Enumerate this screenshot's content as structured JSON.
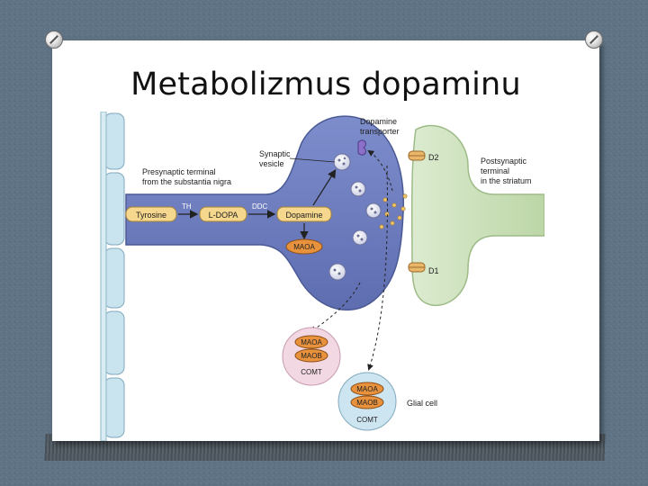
{
  "slide": {
    "title": "Metabolizmus dopaminu"
  },
  "diagram": {
    "presynaptic_label_1": "Presynaptic terminal",
    "presynaptic_label_2": "from the substantia nigra",
    "synaptic_vesicle_label_1": "Synaptic",
    "synaptic_vesicle_label_2": "vesicle",
    "dopamine_transporter_label_1": "Dopamine",
    "dopamine_transporter_label_2": "transporter",
    "postsynaptic_label_1": "Postsynaptic",
    "postsynaptic_label_2": "terminal",
    "postsynaptic_label_3": "in the striatum",
    "receptor_d2": "D2",
    "receptor_d1": "D1",
    "tyrosine": "Tyrosine",
    "th": "TH",
    "l_dopa": "L-DOPA",
    "ddc": "DDC",
    "dopamine": "Dopamine",
    "maoa_presynaptic": "MAOA",
    "cell1_maoa": "MAOA",
    "cell1_maob": "MAOB",
    "cell1_comt": "COMT",
    "cell2_maoa": "MAOA",
    "cell2_maob": "MAOB",
    "cell2_comt": "COMT",
    "glial_cell_label": "Glial cell"
  },
  "colors": {
    "presynaptic": "#6f7fc0",
    "postsynaptic": "#cfe3bd",
    "enzyme_box": "#f5d78d",
    "mao_oval": "#e8923e",
    "cell_pink": "#f2d8e2",
    "cell_blue": "#cde4f1"
  }
}
